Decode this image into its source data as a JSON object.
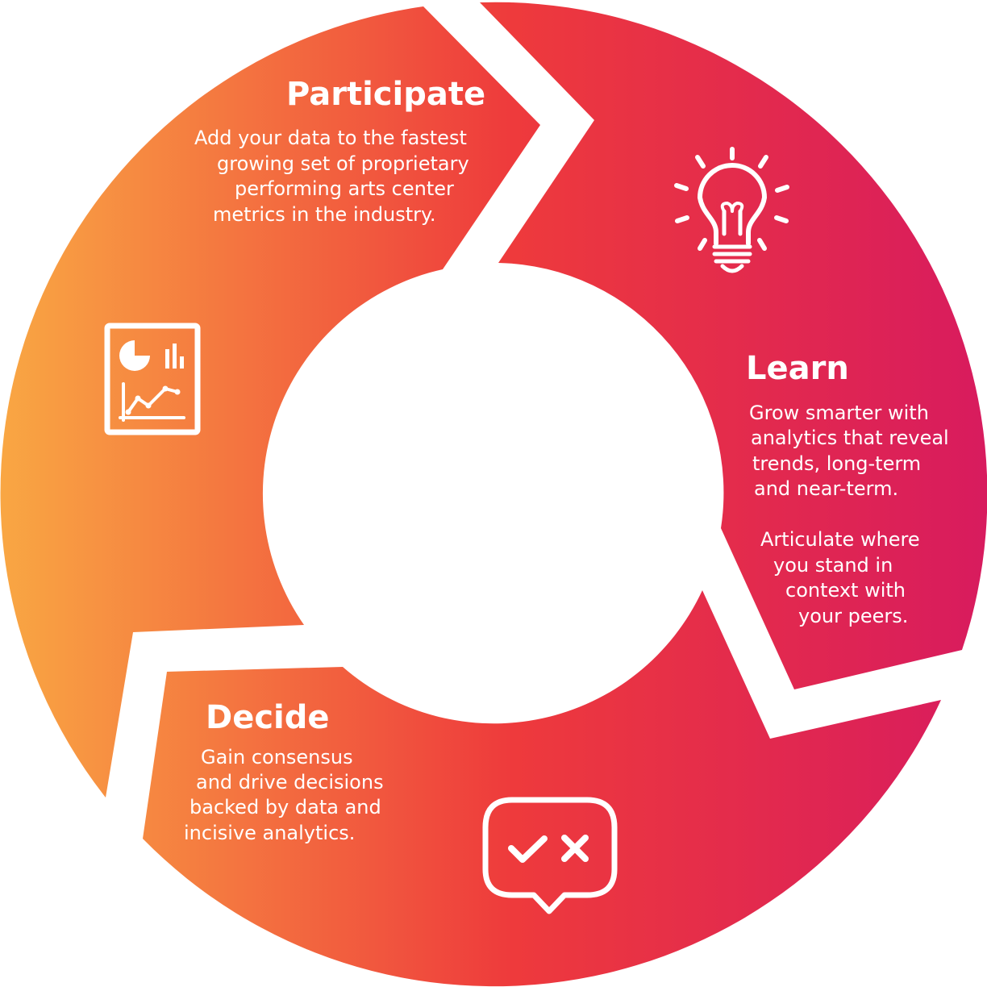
{
  "colors": {
    "orange": "#F9A743",
    "red": "#EE3A3C",
    "magenta": "#D81B5E",
    "icon_stroke": "#FFFFFF",
    "background": "#FFFFFF"
  },
  "stages": {
    "participate": {
      "title": "Participate",
      "lines": [
        "Add your data to the fastest",
        "growing set of proprietary",
        "performing arts center",
        "metrics in the industry."
      ],
      "icon": "report-chart-icon"
    },
    "learn": {
      "title": "Learn",
      "lines": [
        "Grow smarter with",
        "analytics that reveal",
        "trends, long-term",
        "and near-term."
      ],
      "lines2": [
        "Articulate where",
        "you stand in",
        "context with",
        "your peers."
      ],
      "icon": "lightbulb-icon"
    },
    "decide": {
      "title": "Decide",
      "lines": [
        "Gain consensus",
        "and drive decisions",
        "backed by data and",
        "incisive analytics."
      ],
      "icon": "check-x-speech-bubble-icon"
    }
  }
}
